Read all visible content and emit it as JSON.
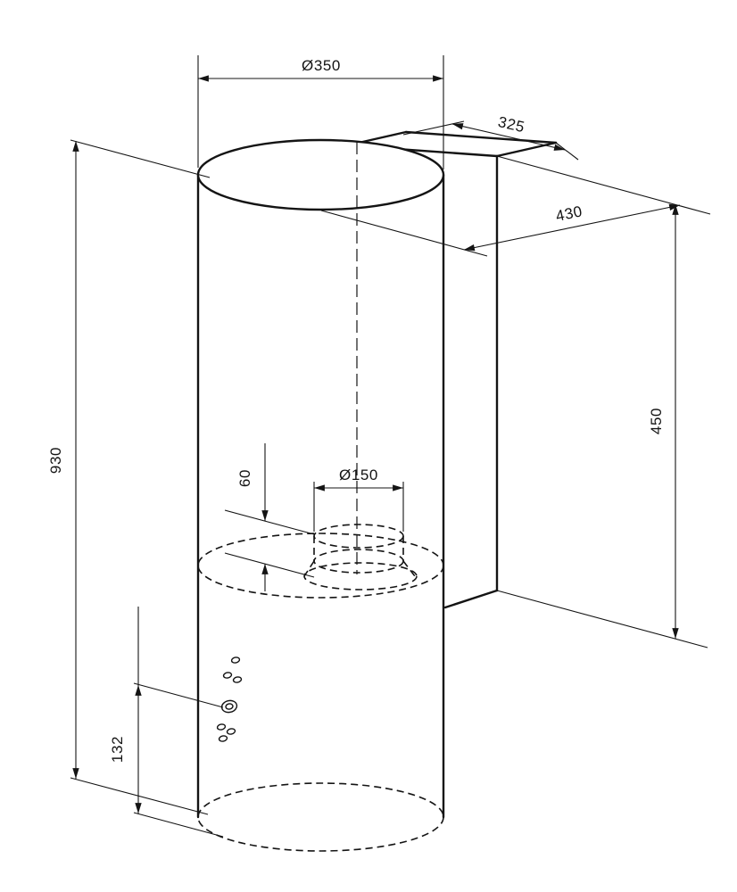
{
  "drawing": {
    "line_color": "#141414",
    "background_color": "#ffffff",
    "dimensions": {
      "body_diameter": "Ø350",
      "top_depth": "325",
      "wall_distance": "430",
      "right_height": "450",
      "total_height": "930",
      "collar_offset": "60",
      "duct_diameter": "Ø150",
      "bottom_offset": "132"
    }
  }
}
